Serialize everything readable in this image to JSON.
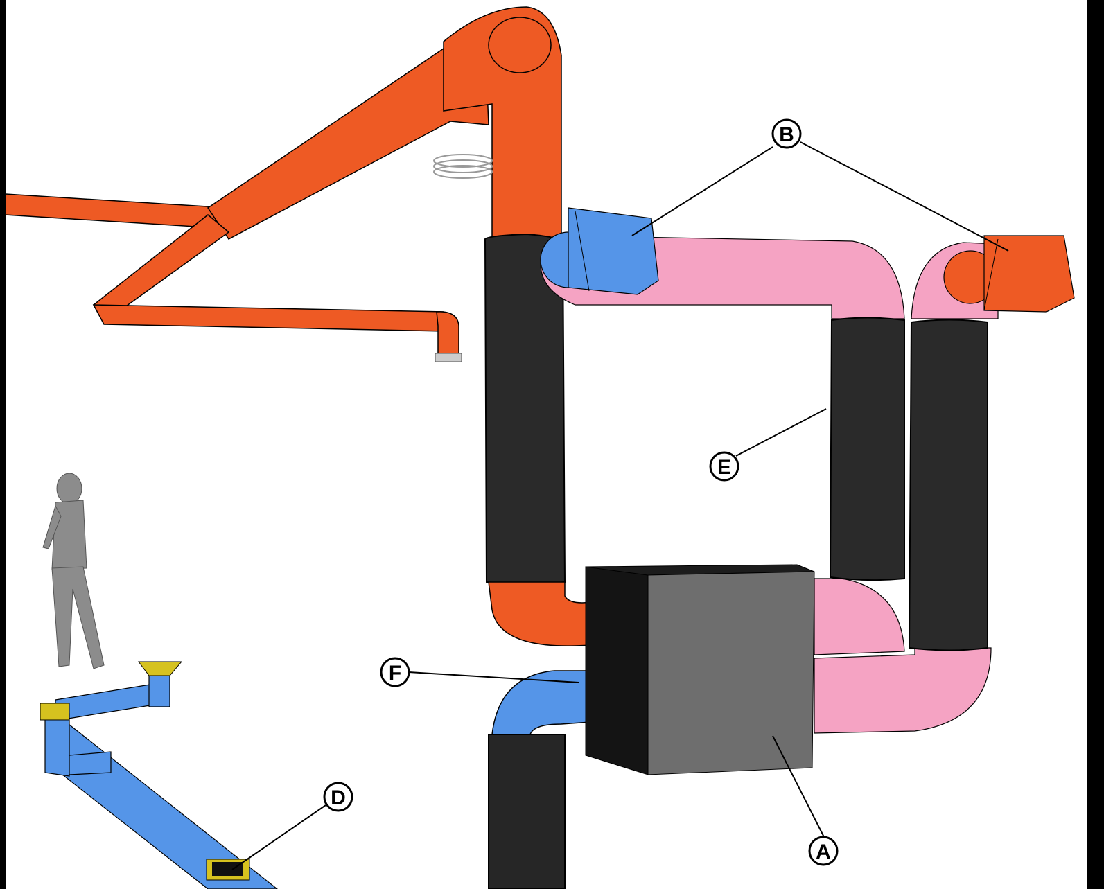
{
  "diagram": {
    "callouts": [
      {
        "id": "A",
        "label": "A"
      },
      {
        "id": "B",
        "label": "B"
      },
      {
        "id": "D",
        "label": "D"
      },
      {
        "id": "E",
        "label": "E"
      },
      {
        "id": "F",
        "label": "F"
      }
    ]
  },
  "colors": {
    "supply_duct": "#ee5a24",
    "return_duct": "#5595e8",
    "outdoor_duct": "#f5a3c3",
    "insulated_duct": "#2a2a2a",
    "unit_front": "#6e6e6e",
    "unit_side": "#141414",
    "grille": "#d6c21f",
    "figure": "#8c8c8c",
    "background": "#ffffff",
    "border": "#000000"
  }
}
